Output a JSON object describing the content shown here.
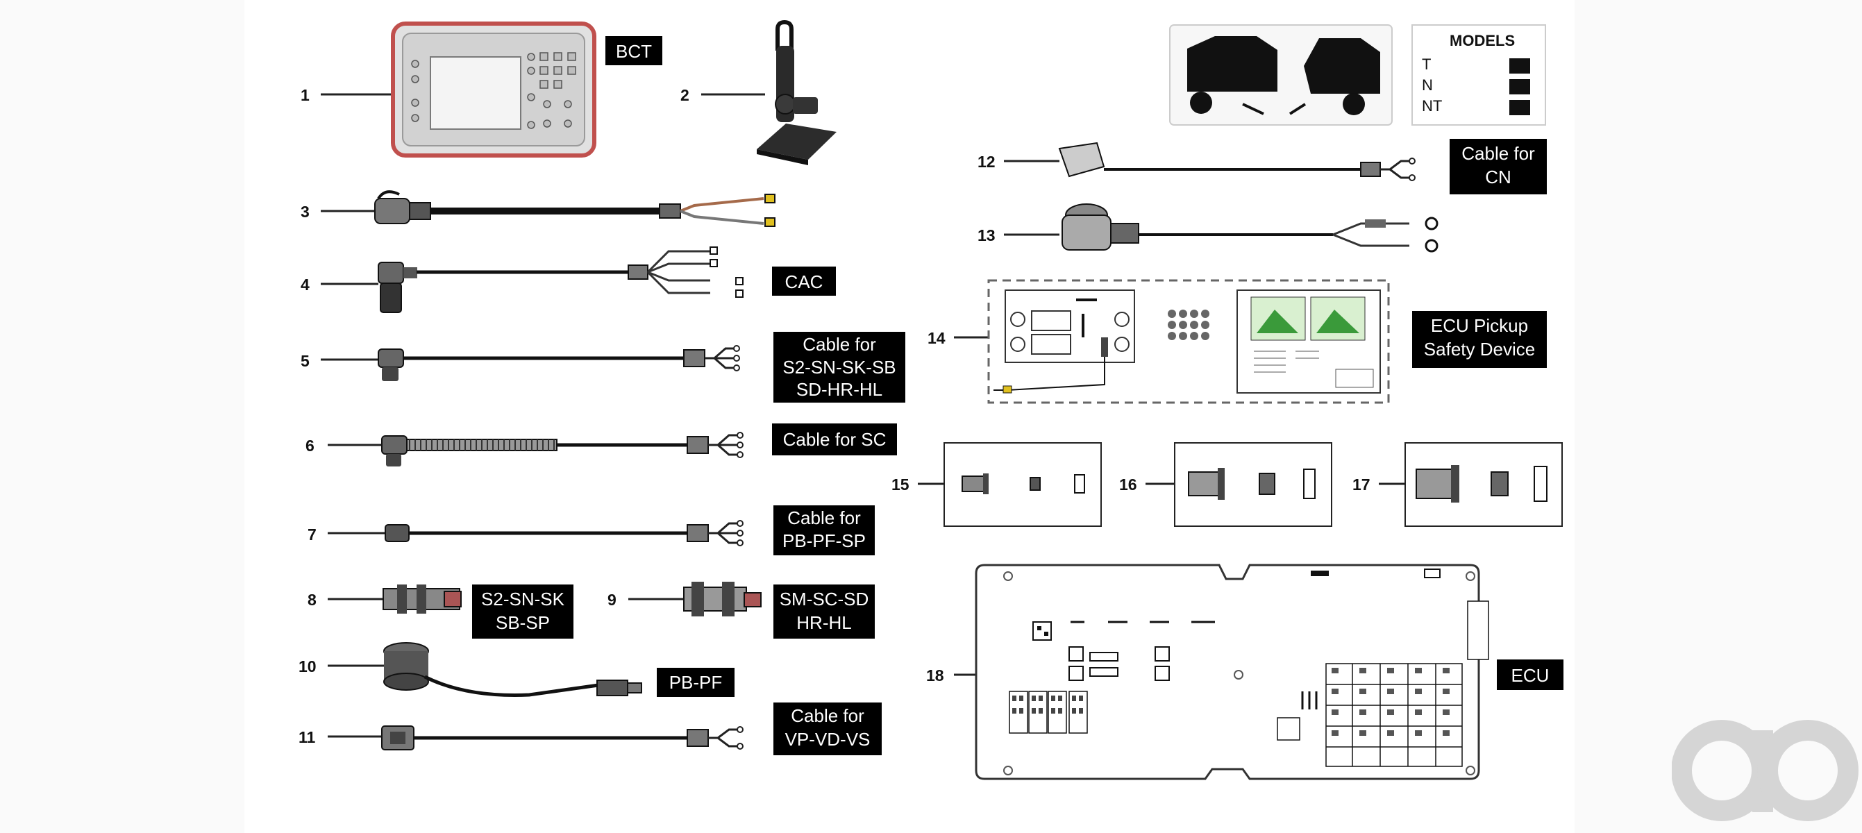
{
  "items": [
    {
      "number": "1",
      "label": "BCT"
    },
    {
      "number": "2",
      "label": ""
    },
    {
      "number": "3",
      "label": ""
    },
    {
      "number": "4",
      "label": "CAC"
    },
    {
      "number": "5",
      "label_lines": [
        "Cable for",
        "S2-SN-SK-SB",
        "SD-HR-HL"
      ]
    },
    {
      "number": "6",
      "label": "Cable for SC"
    },
    {
      "number": "7",
      "label_lines": [
        "Cable for",
        "PB-PF-SP"
      ]
    },
    {
      "number": "8",
      "label_lines": [
        "S2-SN-SK",
        "SB-SP"
      ]
    },
    {
      "number": "9",
      "label_lines": [
        "SM-SC-SD",
        "HR-HL"
      ]
    },
    {
      "number": "10",
      "label": "PB-PF"
    },
    {
      "number": "11",
      "label_lines": [
        "Cable for",
        "VP-VD-VS"
      ]
    },
    {
      "number": "12",
      "label_lines": [
        "Cable for",
        "CN"
      ]
    },
    {
      "number": "13",
      "label": ""
    },
    {
      "number": "14",
      "label_lines": [
        "ECU Pickup",
        "Safety Device"
      ]
    },
    {
      "number": "15",
      "label": ""
    },
    {
      "number": "16",
      "label": ""
    },
    {
      "number": "17",
      "label": ""
    },
    {
      "number": "18",
      "label": "ECU"
    }
  ],
  "models": {
    "title": "MODELS",
    "rows": [
      "T",
      "N",
      "NT"
    ]
  },
  "colors": {
    "label_bg": "#000000",
    "label_text": "#ffffff",
    "bct_frame": "#c0504d",
    "accent_green": "#3a9a3a"
  },
  "watermark": "ao-logo"
}
